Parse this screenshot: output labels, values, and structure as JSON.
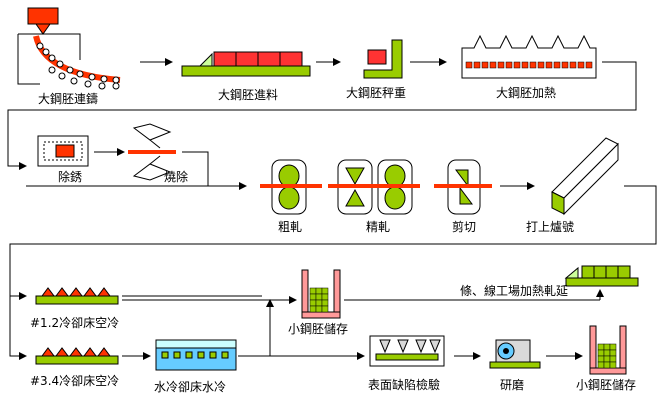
{
  "colors": {
    "green": "#99cc00",
    "green_dark": "#336600",
    "red": "#ff3300",
    "red_block": "#ff3333",
    "light_green": "#ccff99",
    "cyan": "#66ccff",
    "gray": "#d9d9d9",
    "line": "#000000"
  },
  "stages": {
    "continuous_casting": "大鋼胚連鑄",
    "slab_feed": "大鋼胚進料",
    "slab_weigh": "大鋼胚秤重",
    "slab_heat": "大鋼胚加熱",
    "descale": "除銹",
    "burn_off": "燒除",
    "rough_roll": "粗軋",
    "finish_roll": "精軋",
    "shear": "剪切",
    "marking": "打上爐號",
    "cooling_bed_12": "#1.2冷卻床空冷",
    "cooling_bed_34": "#3.4冷卻床空冷",
    "water_cooling": "水冷卻床水冷",
    "billet_storage_1": "小鋼胚儲存",
    "inspection": "表面缺陷檢驗",
    "grinding": "研磨",
    "billet_storage_2": "小鋼胚儲存",
    "rolling_plants": "條、線工場加熱軋延"
  }
}
